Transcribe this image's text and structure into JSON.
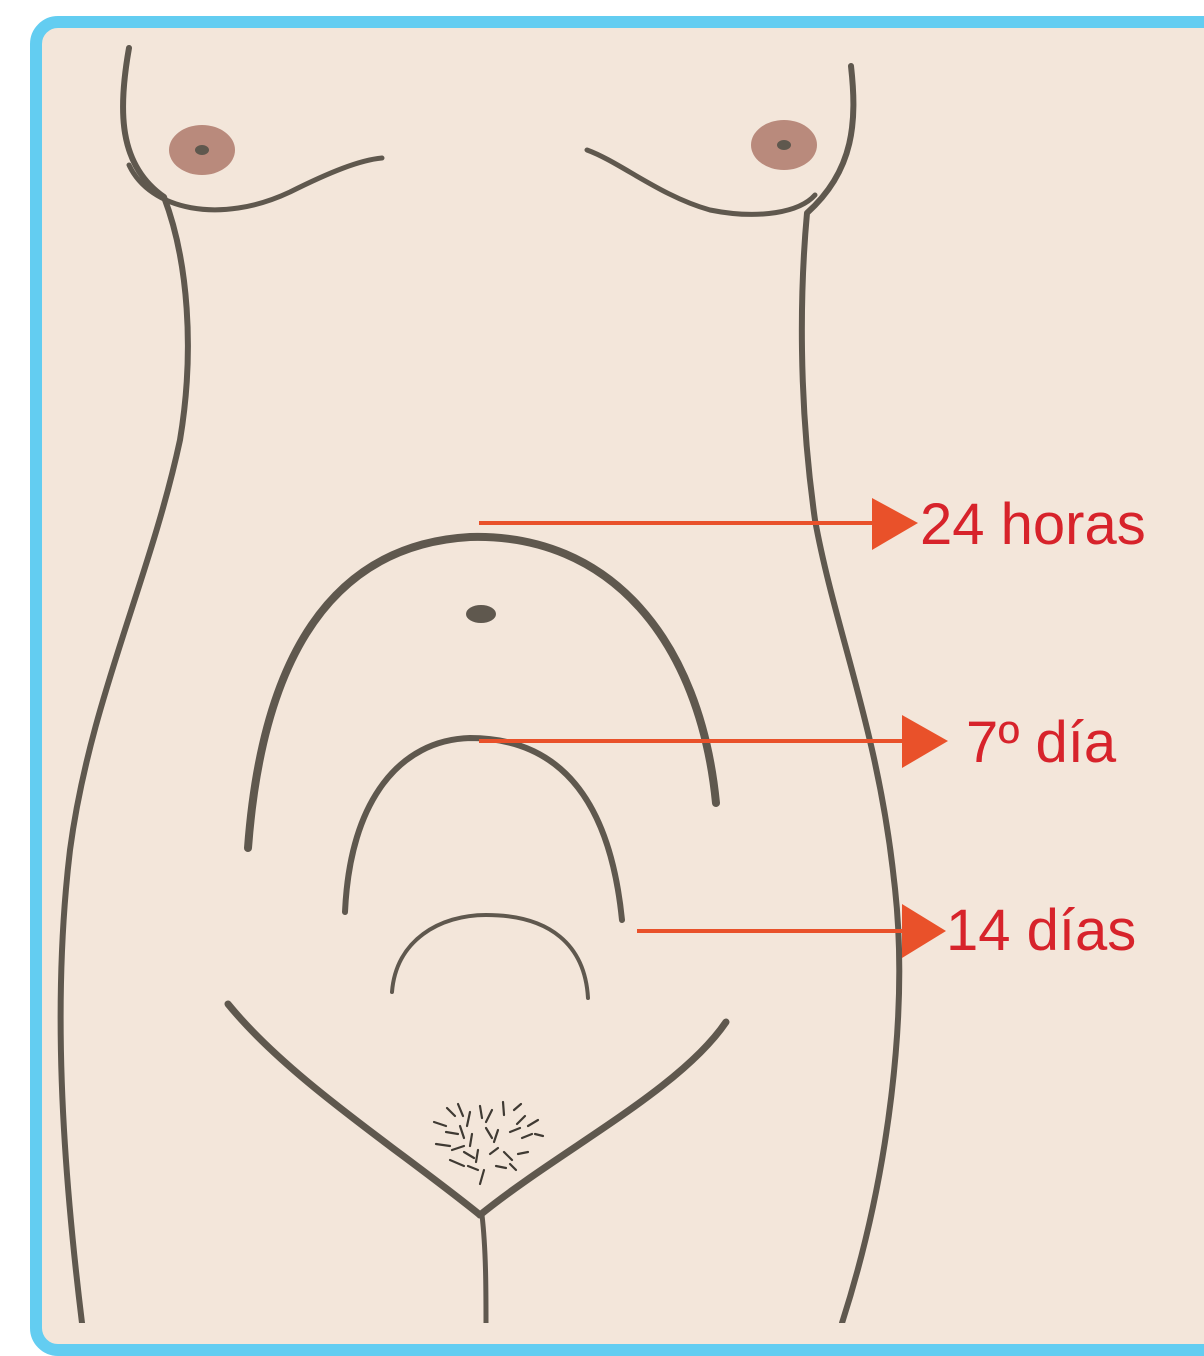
{
  "labels": {
    "day1": "24 horas",
    "day7": "7º día",
    "day14": "14 días"
  },
  "colors": {
    "border": "#63cdf1",
    "background": "#f3e6da",
    "outline": "#5f584e",
    "nipple": "#b98a7c",
    "arrow": "#e9512a",
    "label_text": "#d7232b"
  }
}
